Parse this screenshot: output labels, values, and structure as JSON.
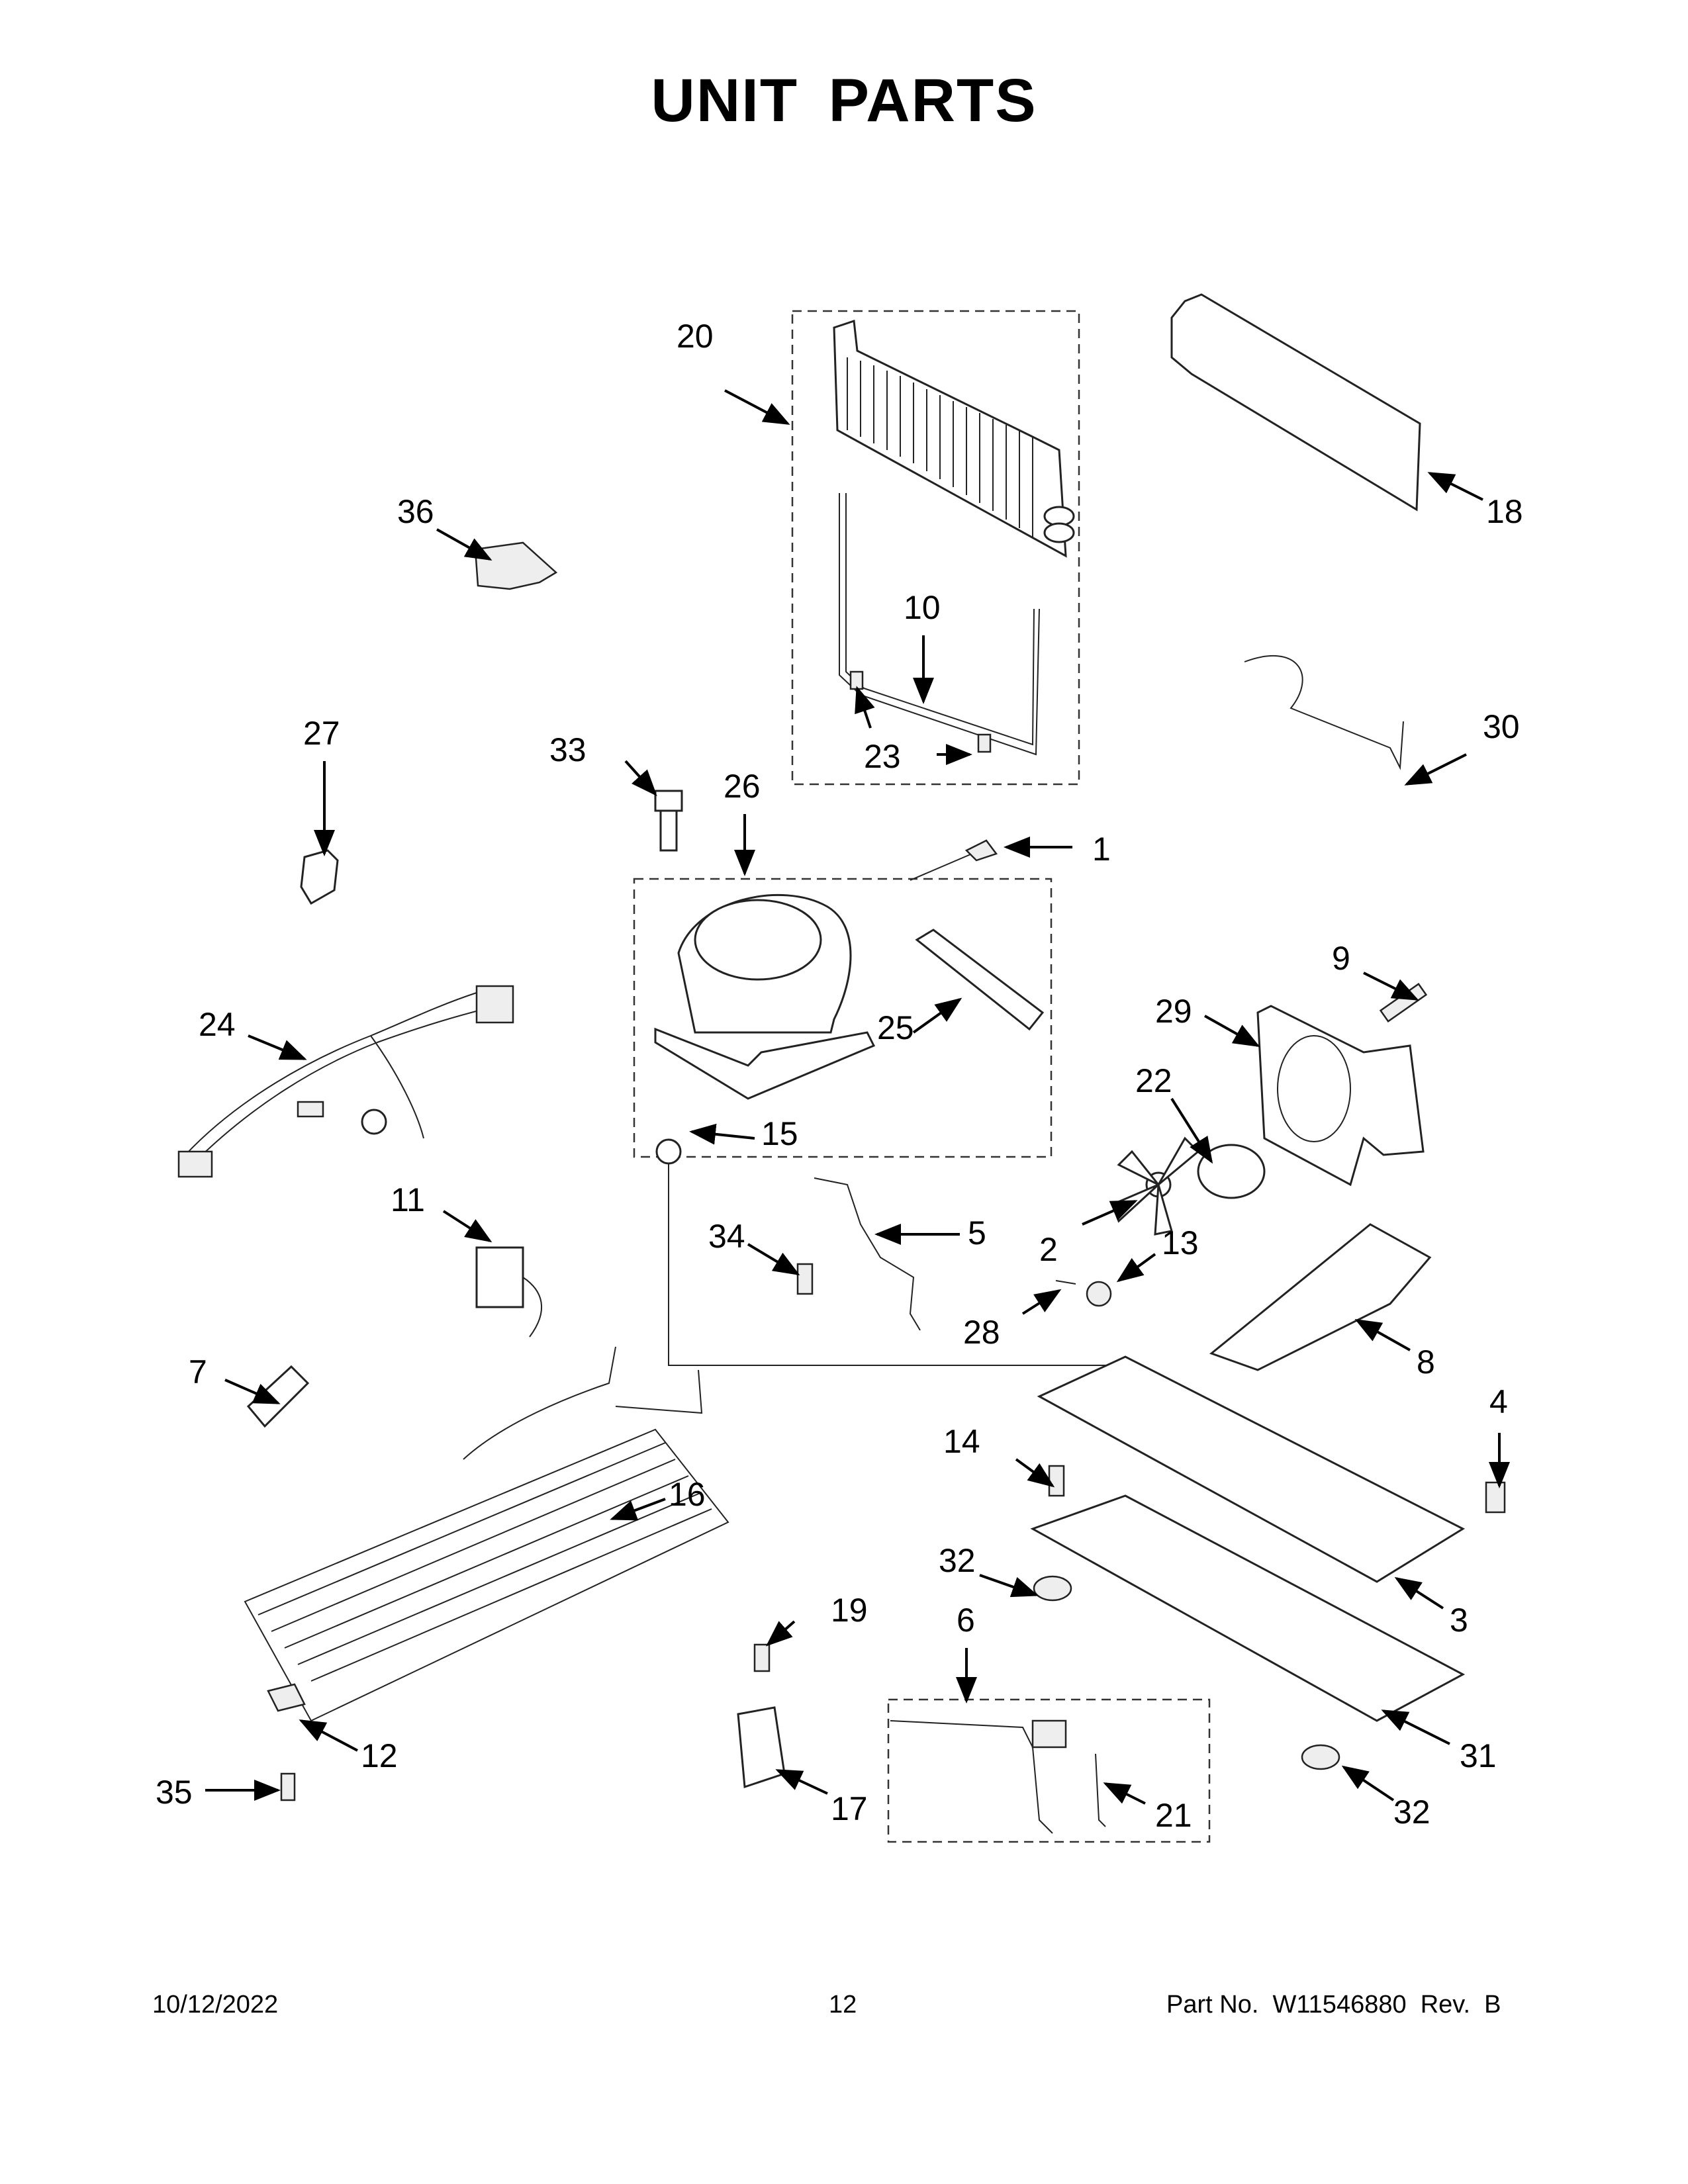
{
  "title": "UNIT PARTS",
  "callouts": {
    "c1": "1",
    "c2": "2",
    "c3": "3",
    "c4": "4",
    "c5": "5",
    "c6": "6",
    "c7": "7",
    "c8": "8",
    "c9": "9",
    "c10": "10",
    "c11": "11",
    "c12": "12",
    "c13": "13",
    "c14": "14",
    "c15": "15",
    "c16": "16",
    "c17": "17",
    "c18": "18",
    "c19": "19",
    "c20": "20",
    "c21": "21",
    "c22": "22",
    "c23": "23",
    "c24": "24",
    "c25": "25",
    "c26": "26",
    "c27": "27",
    "c28": "28",
    "c29": "29",
    "c30": "30",
    "c31": "31",
    "c32": "32",
    "c33": "33",
    "c34": "34",
    "c35": "35",
    "c36": "36"
  },
  "footer": {
    "date": "10/12/2022",
    "page": "12",
    "part_no": "Part No.  W11546880  Rev.  B"
  }
}
